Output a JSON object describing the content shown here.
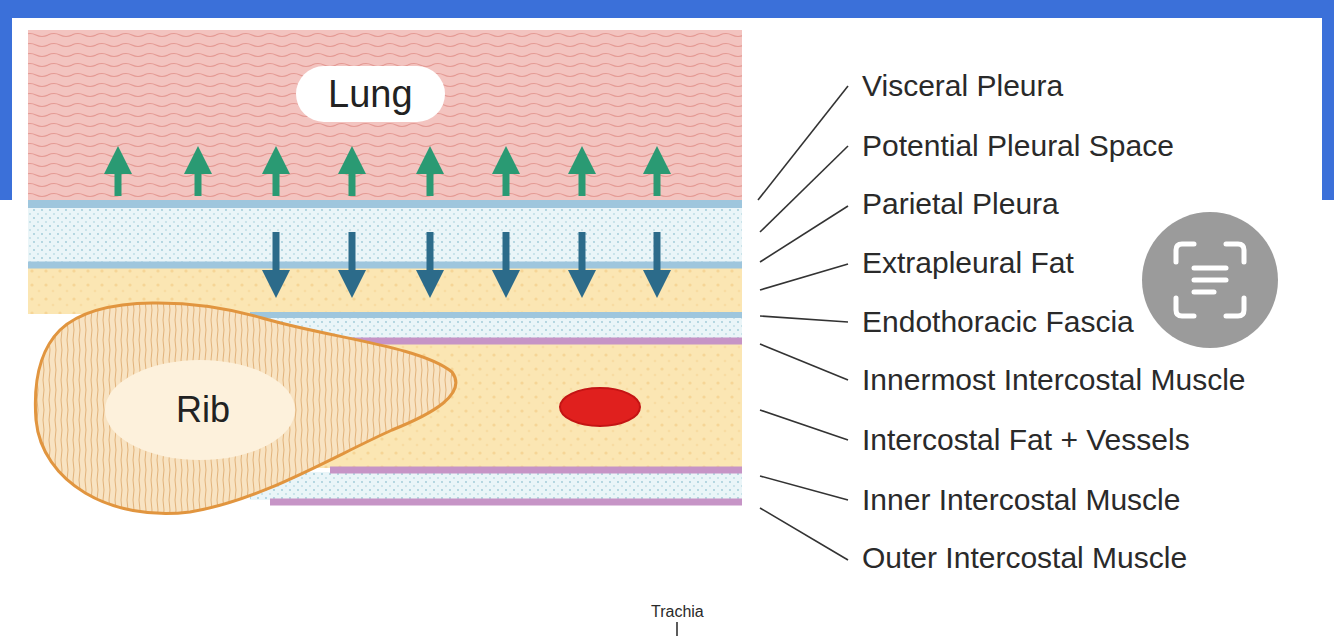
{
  "diagram": {
    "nodes": [
      {
        "text": [
          "Lung"
        ]
      },
      {
        "text": [
          "Rib"
        ]
      }
    ],
    "labels": [
      "Visceral Pleura",
      "Potential Pleural Space",
      "Parietal Pleura",
      "Extrapleural Fat",
      "Endothoracic Fascia",
      "Innermost Intercostal Muscle",
      "Intercostal Fat + Vessels",
      "Inner Intercostal Muscle",
      "Outer Intercostal Muscle",
      "Trachia"
    ]
  }
}
